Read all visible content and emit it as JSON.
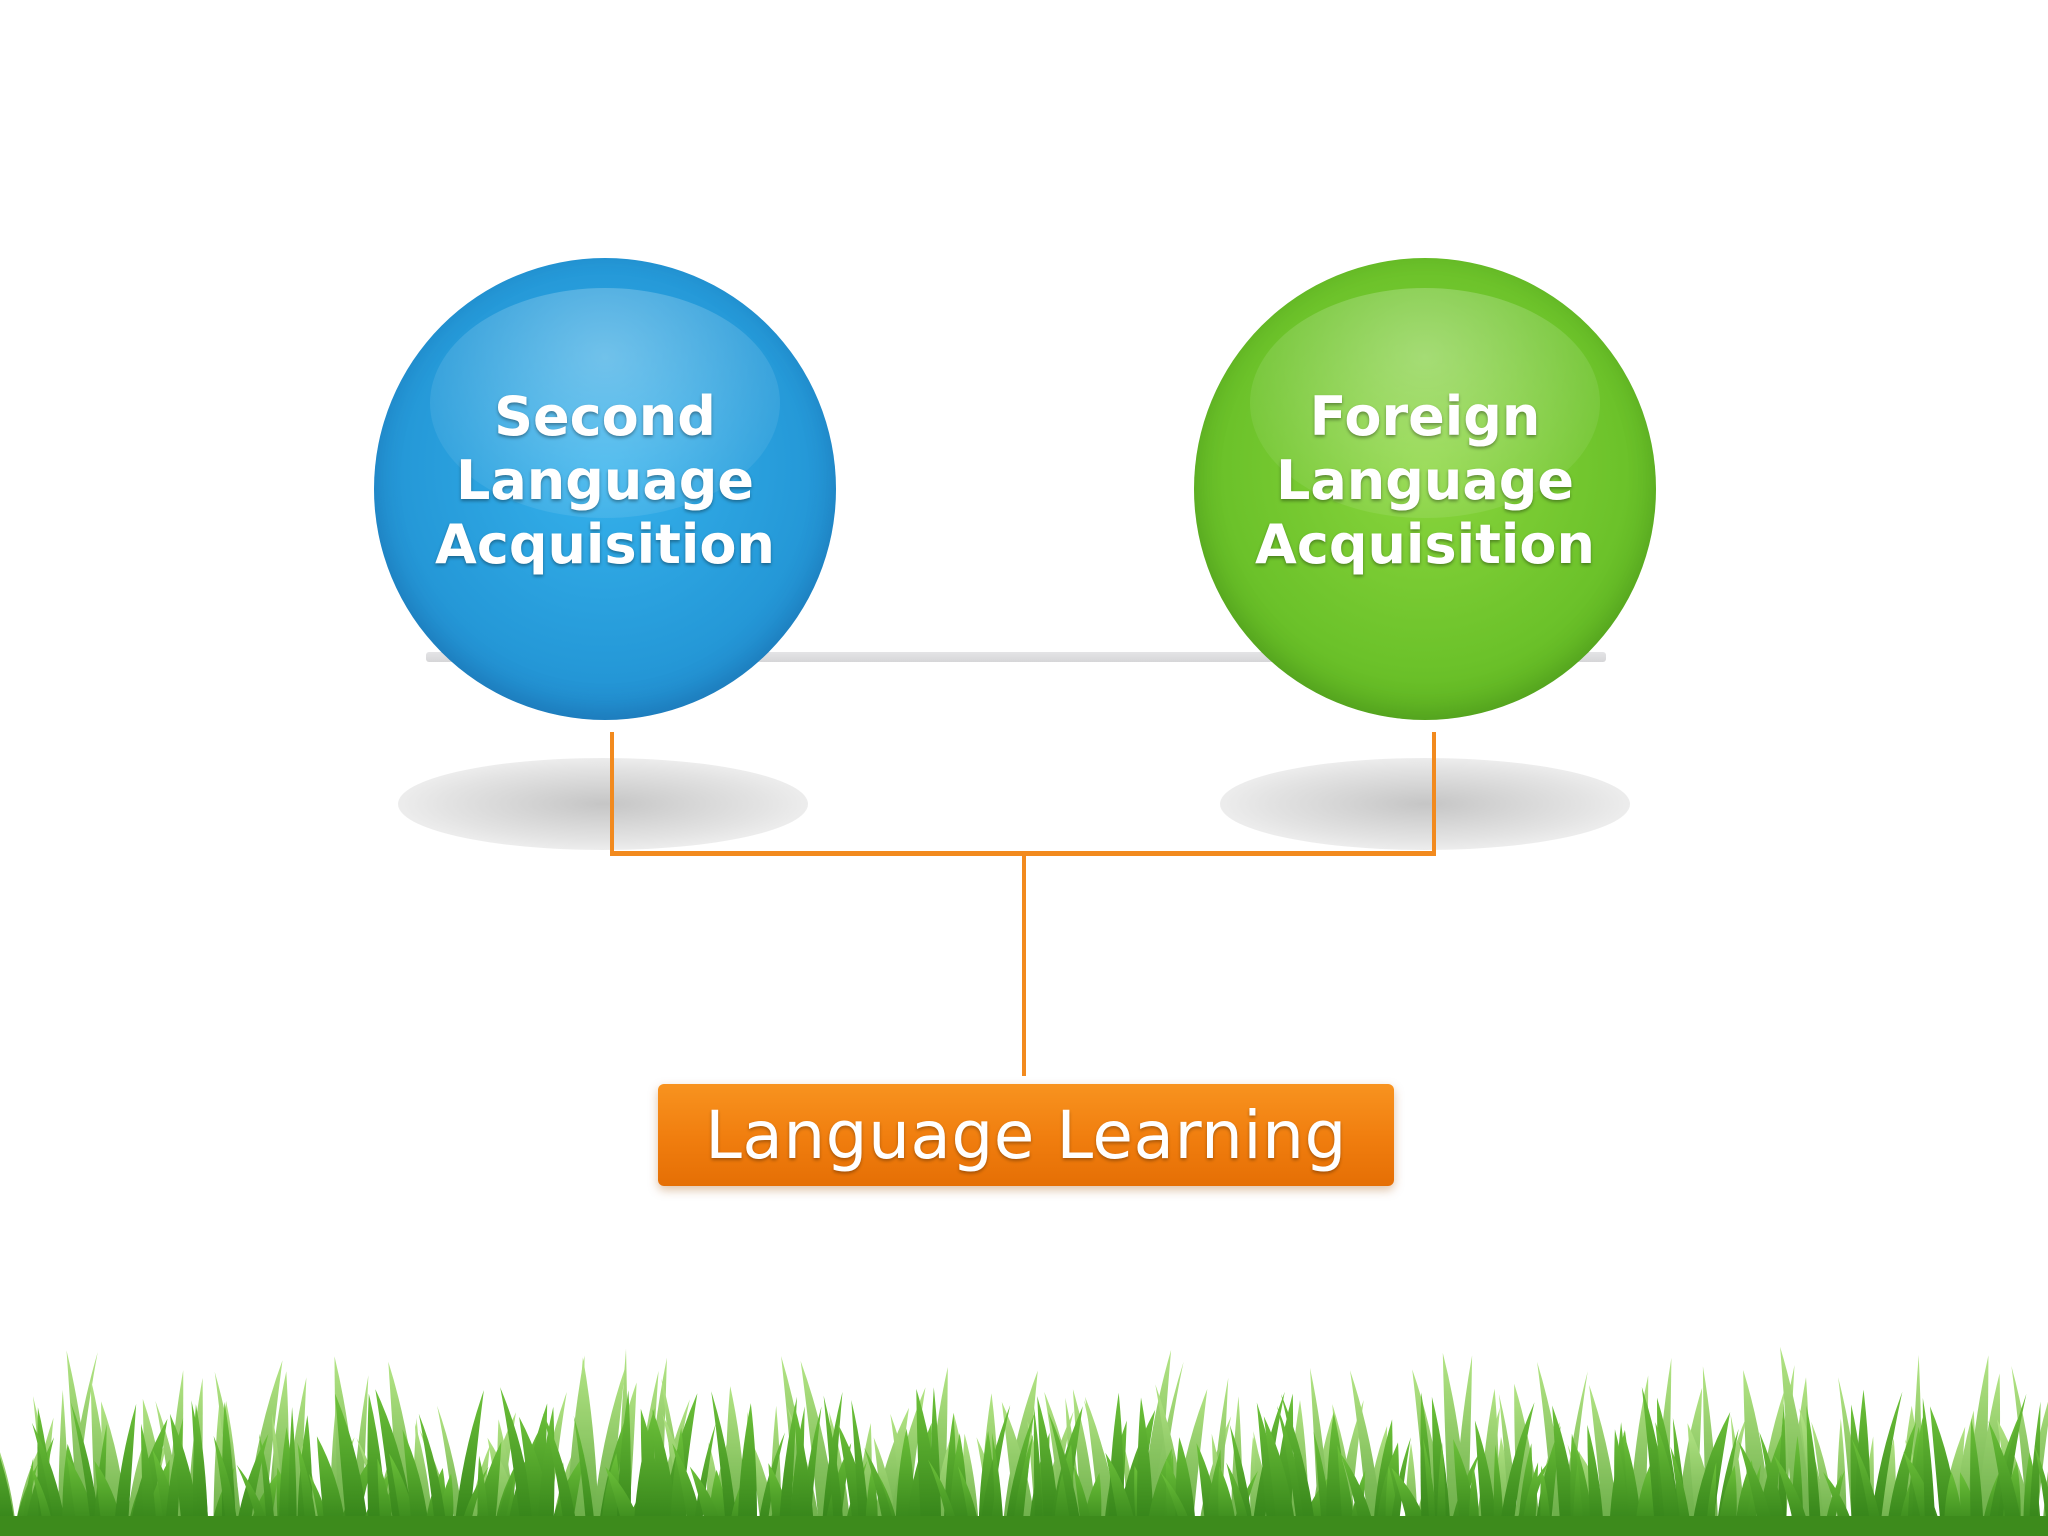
{
  "diagram": {
    "left_node": {
      "lines": [
        "Second",
        "Language",
        "Acquisition"
      ],
      "color": "#2599d8"
    },
    "right_node": {
      "lines": [
        "Foreign",
        "Language",
        "Acquisition"
      ],
      "color": "#6cc22a"
    },
    "result_node": {
      "label": "Language Learning",
      "color": "#f07d0e"
    },
    "connector_color": "#f28a1e"
  },
  "decoration": {
    "ground": "grass-illustration",
    "grass_color": "#4fa82a"
  }
}
